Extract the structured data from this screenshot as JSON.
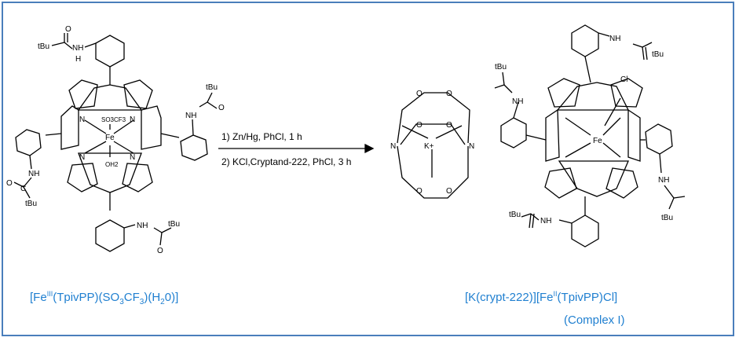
{
  "reactant": {
    "caption_prefix": "[Fe",
    "caption_ox": "III",
    "caption_mid": "(TpivPP)(SO",
    "caption_sub3": "3",
    "caption_cf": "CF",
    "caption_sub3b": "3",
    "caption_h": ")(H",
    "caption_sub2": "2",
    "caption_end": "0)]",
    "axial_top": "SO3CF3",
    "axial_bottom": "OH2",
    "metal": "Fe",
    "n_label": "N",
    "tbu": "tBu",
    "o": "O",
    "c": "C",
    "nh": "NH",
    "h": "H"
  },
  "conditions": {
    "step1": "1) Zn/Hg, PhCl, 1 h",
    "step2": "2) KCl,Cryptand-222, PhCl, 3 h"
  },
  "cryptand": {
    "cation": "K+",
    "n_label": "N",
    "o_label": "O"
  },
  "product": {
    "caption_prefix": "[K(crypt-222)][Fe",
    "caption_ox": "II",
    "caption_end": "(TpivPP)Cl]",
    "subcaption": "(Complex I)",
    "axial": "Cl",
    "metal": "Fe",
    "tbu": "tBu",
    "nh": "NH",
    "nh_plus": "NH"
  },
  "colors": {
    "frame": "#4a7ebb",
    "caption": "#1f7fd0"
  }
}
